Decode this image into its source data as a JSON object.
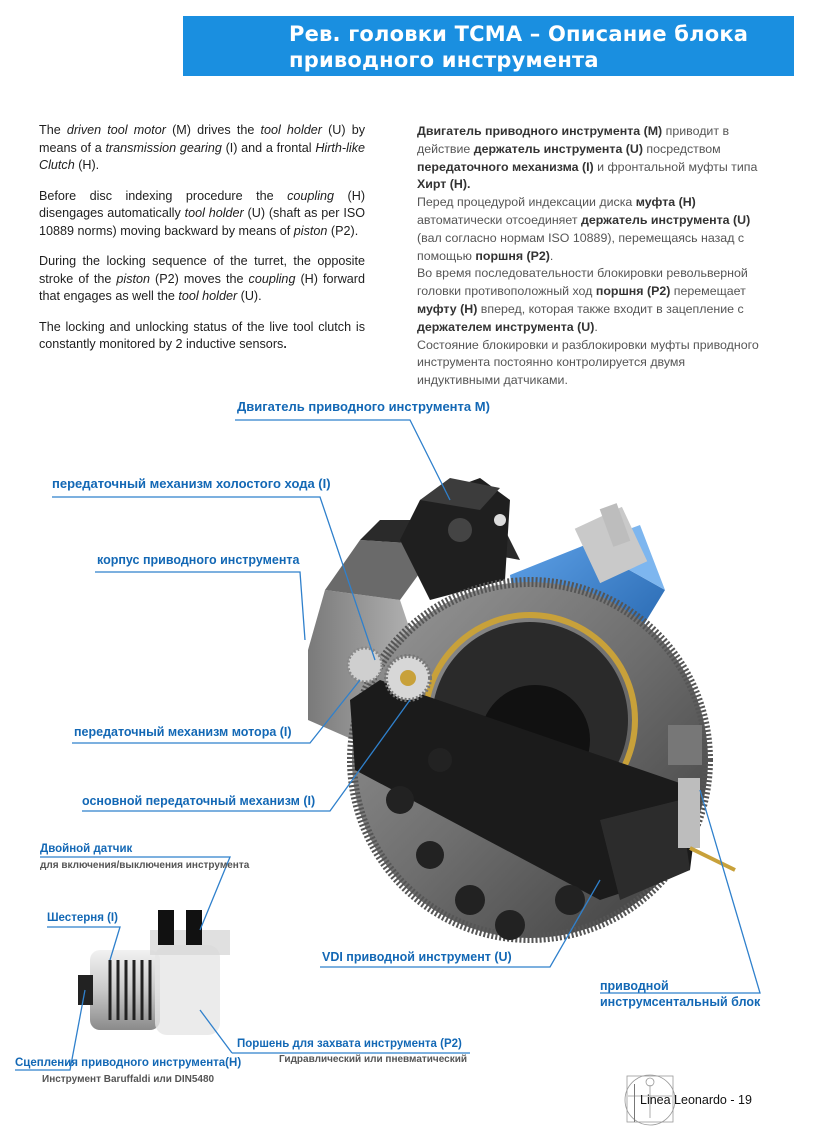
{
  "header": {
    "line1": "Рев. головки TCMA  – Описание блока",
    "line2": "приводного инструмента"
  },
  "english": [
    [
      {
        "t": "The "
      },
      {
        "t": "driven tool motor",
        "i": true
      },
      {
        "t": " (M) drives the "
      },
      {
        "t": "tool holder",
        "i": true
      },
      {
        "t": " (U) by means of a "
      },
      {
        "t": "transmission gearing",
        "i": true
      },
      {
        "t": " (I) and a frontal "
      },
      {
        "t": "Hirth-like Clutch",
        "i": true
      },
      {
        "t": " (H)."
      }
    ],
    [
      {
        "t": "Before disc indexing procedure the "
      },
      {
        "t": "coupling",
        "i": true
      },
      {
        "t": " (H) disengages automatically "
      },
      {
        "t": "tool holder",
        "i": true
      },
      {
        "t": " (U) (shaft as per ISO 10889 norms) moving backward by means of "
      },
      {
        "t": "piston",
        "i": true
      },
      {
        "t": " (P2)."
      }
    ],
    [
      {
        "t": "During the locking sequence of the turret, the opposite stroke of the "
      },
      {
        "t": "piston",
        "i": true
      },
      {
        "t": " (P2) moves the "
      },
      {
        "t": "coupling",
        "i": true
      },
      {
        "t": " (H) forward that engages as well the "
      },
      {
        "t": "tool holder",
        "i": true
      },
      {
        "t": " (U)."
      }
    ],
    [
      {
        "t": "The locking and unlocking status of the live tool clutch is constantly monitored by 2 inductive sensors"
      },
      {
        "t": ".",
        "b": true
      }
    ]
  ],
  "russian": [
    [
      {
        "t": "Двигатель приводного инструмента (M)",
        "b": true
      },
      {
        "t": " приводит в действие "
      },
      {
        "t": "держатель инструмента (U)",
        "b": true
      },
      {
        "t": " посредством "
      },
      {
        "t": "передаточного механизма (I)",
        "b": true
      },
      {
        "t": " и фронтальной муфты типа "
      },
      {
        "t": "Хирт (H).",
        "b": true
      }
    ],
    [
      {
        "t": "Перед процедурой индексации диска "
      },
      {
        "t": "муфта (H)",
        "b": true
      },
      {
        "t": " автоматически отсоединяет "
      },
      {
        "t": "держатель инструмента (U)",
        "b": true
      },
      {
        "t": " (вал согласно нормам ISO 10889), перемещаясь назад с помощью "
      },
      {
        "t": "поршня (P2)",
        "b": true
      },
      {
        "t": "."
      }
    ],
    [
      {
        "t": "Во время последовательности блокировки револьверной головки противоположный ход "
      },
      {
        "t": "поршня (P2)",
        "b": true
      },
      {
        "t": " перемещает "
      },
      {
        "t": "муфту (H)",
        "b": true
      },
      {
        "t": " вперед, которая также входит в зацепление с "
      },
      {
        "t": "держателем инструмента (U)",
        "b": true
      },
      {
        "t": "."
      }
    ],
    [
      {
        "t": "Состояние блокировки и разблокировки муфты приводного инструмента постоянно контролируется двумя индуктивными датчиками."
      }
    ]
  ],
  "labels": {
    "motor": "Двигатель приводного инструмента M)",
    "idle_gear": "передаточный механизм холостого хода (I)",
    "housing": "корпус приводного инструмента",
    "motor_gear": "передаточный механизм мотора (I)",
    "main_gear": "основной передаточный механизм (I)",
    "vdi_tool": "VDI приводной инструмент (U)",
    "unit_line1": "приводной",
    "unit_line2": "инструмсентальный блок",
    "sensor": "Двойной датчик",
    "sensor_sub": "для  включения/выключения инструмента",
    "gear": "Шестерня (I)",
    "piston": "Поршень для захвата инструмента (P2)",
    "piston_sub": "Гидравлический или пневматический",
    "clutch": "Сцепления приводного инструмента(H)",
    "clutch_sub": "Инструмент Baruffaldi или DIN5480"
  },
  "footer": {
    "text": "Linea Leonardo - 19"
  },
  "colors": {
    "banner": "#1a8fe0",
    "label": "#1368b5",
    "turret_blue": "#2f7fd0"
  }
}
